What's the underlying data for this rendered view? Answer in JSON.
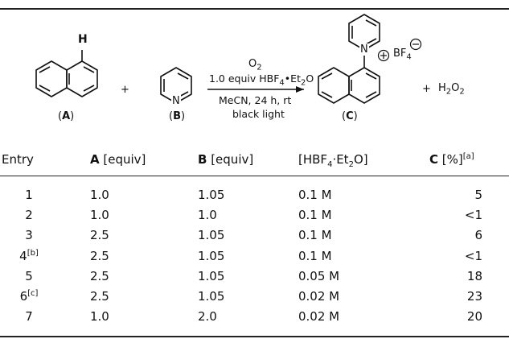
{
  "scheme": {
    "label_A": "A",
    "label_B": "B",
    "label_C": "C",
    "atom_H": "H",
    "atom_N_pyridine": "N",
    "atom_N_product": "N",
    "counterion_main": "BF",
    "counterion_sub": "4",
    "plus_1": "+",
    "plus_2": "+",
    "byproduct_main": "H",
    "byproduct_sub1": "2",
    "byproduct_mid": "O",
    "byproduct_sub2": "2",
    "cond_o2_main": "O",
    "cond_o2_sub": "2",
    "cond_acid_pre": "1.0 equiv HBF",
    "cond_acid_sub1": "4",
    "cond_acid_mid": "•Et",
    "cond_acid_sub2": "2",
    "cond_acid_post": "O",
    "cond_solvent": "MeCN, 24 h, rt",
    "cond_light": "black light"
  },
  "table": {
    "headers": {
      "entry": "Entry",
      "a_bold": "A",
      "a_rest": " [equiv]",
      "b_bold": "B",
      "b_rest": " [equiv]",
      "acid_pre": "[HBF",
      "acid_sub1": "4",
      "acid_mid": "·Et",
      "acid_sub2": "2",
      "acid_post": "O]",
      "c_bold": "C",
      "c_rest": " [%]",
      "c_sup": "[a]"
    },
    "rows": [
      {
        "entry": "1",
        "sup": "",
        "a": "1.0",
        "b": "1.05",
        "acid": "0.1 M",
        "c": "5"
      },
      {
        "entry": "2",
        "sup": "",
        "a": "1.0",
        "b": "1.0",
        "acid": "0.1 M",
        "c": "<1"
      },
      {
        "entry": "3",
        "sup": "",
        "a": "2.5",
        "b": "1.05",
        "acid": "0.1 M",
        "c": "6"
      },
      {
        "entry": "4",
        "sup": "[b]",
        "a": "2.5",
        "b": "1.05",
        "acid": "0.1 M",
        "c": "<1"
      },
      {
        "entry": "5",
        "sup": "",
        "a": "2.5",
        "b": "1.05",
        "acid": "0.05 M",
        "c": "18"
      },
      {
        "entry": "6",
        "sup": "[c]",
        "a": "2.5",
        "b": "1.05",
        "acid": "0.02 M",
        "c": "23"
      },
      {
        "entry": "7",
        "sup": "",
        "a": "1.0",
        "b": "2.0",
        "acid": "0.02 M",
        "c": "20"
      }
    ]
  }
}
